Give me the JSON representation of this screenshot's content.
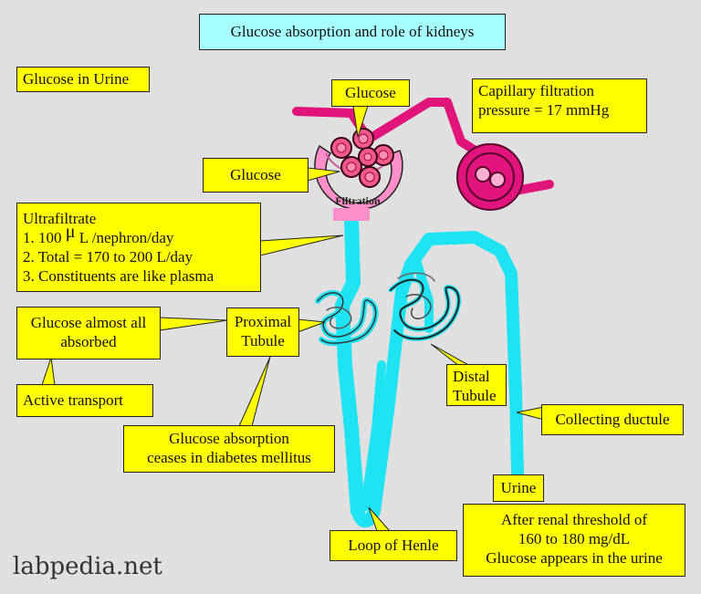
{
  "title": "Glucose absorption and role of kidneys",
  "labels": {
    "glucose_in_urine": "Glucose in Urine",
    "glucose_top": "Glucose",
    "glucose_left": "Glucose",
    "capillary": [
      "Capillary filtration",
      "pressure = 17 mmHg"
    ],
    "filtration": "Filtration",
    "ultrafiltrate": [
      "Ultrafiltrate",
      "1. 100",
      "μ",
      "L /nephron/day",
      "2. Total = 170 to 200 L/day",
      "3. Constituents are like plasma"
    ],
    "glucose_absorbed": [
      "Glucose almost all",
      "absorbed"
    ],
    "proximal": [
      "Proximal",
      "Tubule"
    ],
    "active_transport": "Active transport",
    "glucose_absorption": [
      "Glucose absorption",
      "ceases in diabetes mellitus"
    ],
    "distal": [
      "Distal",
      "Tubule"
    ],
    "collecting": "Collecting ductule",
    "urine": "Urine",
    "threshold": [
      "After renal threshold of",
      "160 to 180 mg/dL",
      "Glucose appears in the urine"
    ],
    "loop": "Loop of Henle"
  },
  "footer": "labpedia.net",
  "colors": {
    "background": "#e0e0e0",
    "label_box": "#ffff00",
    "title_box": "#a8ffff",
    "tubule": "#1ee3f3",
    "vessel": "#e0147a",
    "capsule": "#ff8fc8",
    "glomerulus": "#f25a8c"
  }
}
